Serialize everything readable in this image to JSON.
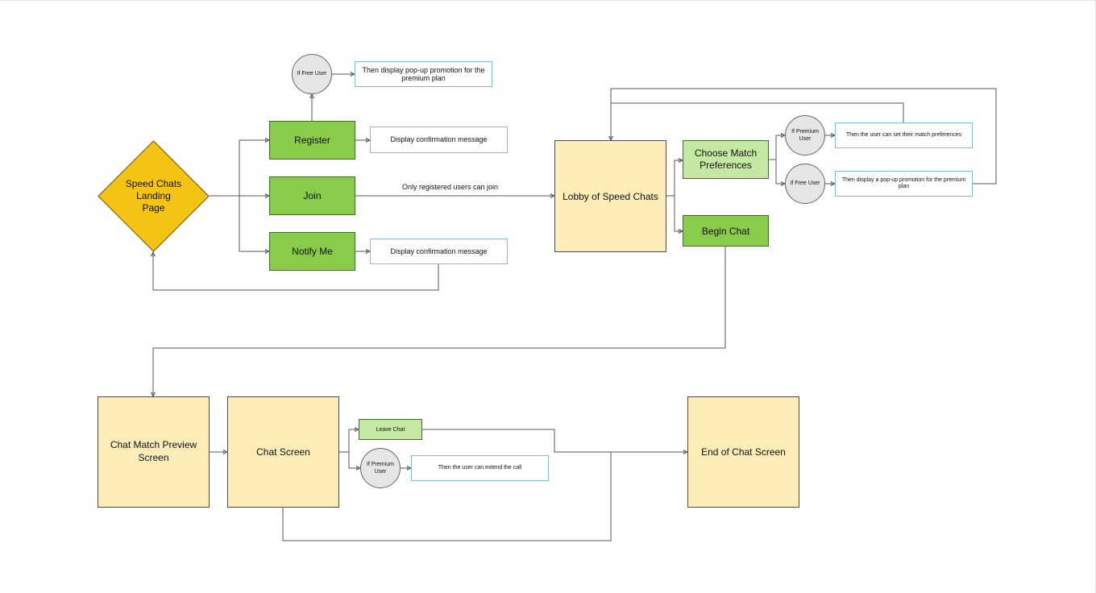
{
  "nodes": {
    "landing_page": "Speed Chats\nLanding\nPage",
    "register": "Register",
    "join": "Join",
    "notify_me": "Notify Me",
    "if_free_user_top": "If Free User",
    "free_user_promo_top": "Then display pop-up promotion for the premium plan",
    "register_confirmation": "Display confirmation message",
    "notify_confirmation": "Display confirmation message",
    "lobby": "Lobby of Speed Chats",
    "choose_match": "Choose Match\nPreferences",
    "begin_chat": "Begin Chat",
    "if_premium_user_lobby": "If Premium\nUser",
    "premium_preferences": "Then the user can set their match preferences",
    "if_free_user_lobby": "If Free User",
    "free_user_promo_lobby": "Then display a pop-up promotion for the premium plan",
    "chat_match_preview": "Chat Match Preview\nScreen",
    "chat_screen": "Chat Screen",
    "leave_chat": "Leave Chat",
    "if_premium_user_chat": "If Premium\nUser",
    "extend_call": "Then the user can extend the call",
    "end_of_chat": "End of Chat Screen"
  },
  "edge_labels": {
    "join_to_lobby": "Only registered users can join"
  },
  "colors": {
    "decision_diamond": "#f5c314",
    "action_green": "#88cc4a",
    "light_green": "#c4e8a4",
    "screen_yellow": "#fcedb8",
    "note_border": "#7fbbe3",
    "condition_circle": "#e6e6e6",
    "connector": "#555555"
  }
}
